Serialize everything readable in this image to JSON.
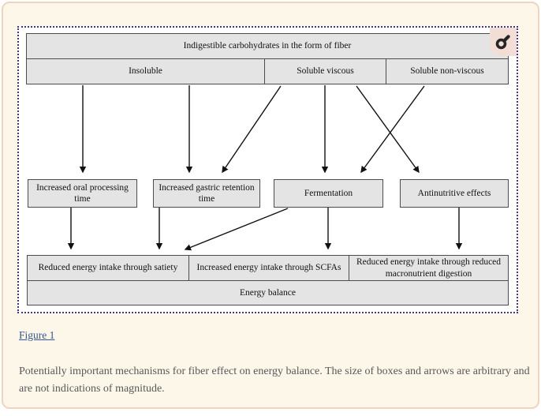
{
  "page": {
    "background": "#ffffff"
  },
  "card": {
    "background": "#fdf7e9",
    "border_color": "#f3d3bf"
  },
  "figure_viewer": {
    "outline_color": "#413782",
    "badge_background": "#f3ded5",
    "zoom_icon": "magnifier-icon"
  },
  "diagram": {
    "title_node": "Indigestible carbohydrates in the form of fiber",
    "fiber_types": [
      "Insoluble",
      "Soluble viscous",
      "Soluble non-viscous"
    ],
    "mechanisms": [
      "Increased oral processing time",
      "Increased gastric retention time",
      "Fermentation",
      "Antinutritive effects"
    ],
    "outcomes": [
      "Reduced energy intake through satiety",
      "Increased energy intake through SCFAs",
      "Reduced energy intake through reduced macronutrient digestion"
    ],
    "final_node": "Energy balance",
    "node_fill": "#e4e4e4",
    "node_border": "#4c4c4c",
    "edges": [
      {
        "from": "Insoluble",
        "to": "Increased oral processing time"
      },
      {
        "from": "Insoluble",
        "to": "Increased gastric retention time"
      },
      {
        "from": "Soluble viscous",
        "to": "Increased gastric retention time"
      },
      {
        "from": "Soluble viscous",
        "to": "Fermentation"
      },
      {
        "from": "Soluble viscous",
        "to": "Antinutritive effects"
      },
      {
        "from": "Soluble non-viscous",
        "to": "Fermentation"
      },
      {
        "from": "Increased oral processing time",
        "to": "Reduced energy intake through satiety"
      },
      {
        "from": "Increased gastric retention time",
        "to": "Reduced energy intake through satiety"
      },
      {
        "from": "Fermentation",
        "to": "Reduced energy intake through satiety"
      },
      {
        "from": "Fermentation",
        "to": "Increased energy intake through SCFAs"
      },
      {
        "from": "Antinutritive effects",
        "to": "Reduced energy intake through reduced macronutrient digestion"
      }
    ]
  },
  "caption": {
    "link_label": "Figure 1",
    "link_color": "#33568c",
    "text": "Potentially important mechanisms for fiber effect on energy balance. The size of boxes and arrows are arbitrary and are not indications of magnitude."
  }
}
